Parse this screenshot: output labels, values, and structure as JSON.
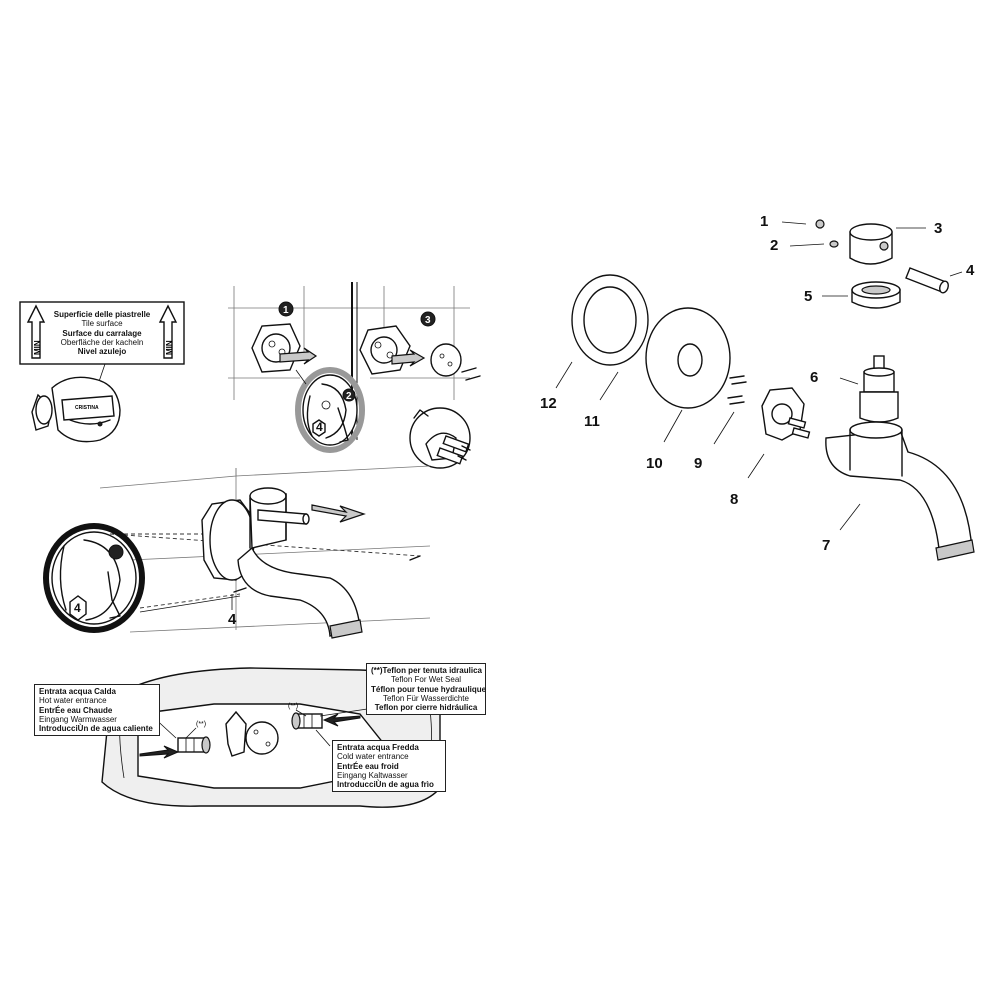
{
  "callouts": {
    "n1": "1",
    "n2": "2",
    "n3": "3",
    "n4": "4",
    "n5": "5",
    "n6": "6",
    "n7": "7",
    "n8": "8",
    "n9": "9",
    "n10": "10",
    "n11": "11",
    "n12": "12"
  },
  "steps": {
    "s1": "1",
    "s2": "2",
    "s3": "3",
    "s4a": "4",
    "s4b": "4",
    "s4c": "4"
  },
  "tile_label": {
    "line1": "Superficie delle piastrelle",
    "line2": "Tile surface",
    "line3": "Surface du carralage",
    "line4": "Oberfläche der kacheln",
    "line5": "Nivel azulejo",
    "min_left": "MIN",
    "min_right": "MIN"
  },
  "body_logo": "CRISTINA",
  "hot_box": {
    "line1": "Entrata acqua Calda",
    "line2": "Hot water entrance",
    "line3": "EntrÉe eau Chaude",
    "line4": "Eingang Warmwasser",
    "line5": "IntroducciÙn de agua caliente"
  },
  "teflon_box": {
    "line1": "(**)Teflon per tenuta idraulica",
    "line2": "Teflon For Wet Seal",
    "line3": "Téflon pour tenue hydraulique",
    "line4": "Teflon Für Wasserdichte",
    "line5": "Teflon por cierre hidráulica"
  },
  "cold_box": {
    "line1": "Entrata acqua Fredda",
    "line2": "Cold water entrance",
    "line3": "EntrÉe eau froid",
    "line4": "Eingang Kaltwasser",
    "line5": "IntroducciÙn de agua frìo"
  },
  "teflon_marks": {
    "m1": "(**)",
    "m2": "(**)"
  }
}
